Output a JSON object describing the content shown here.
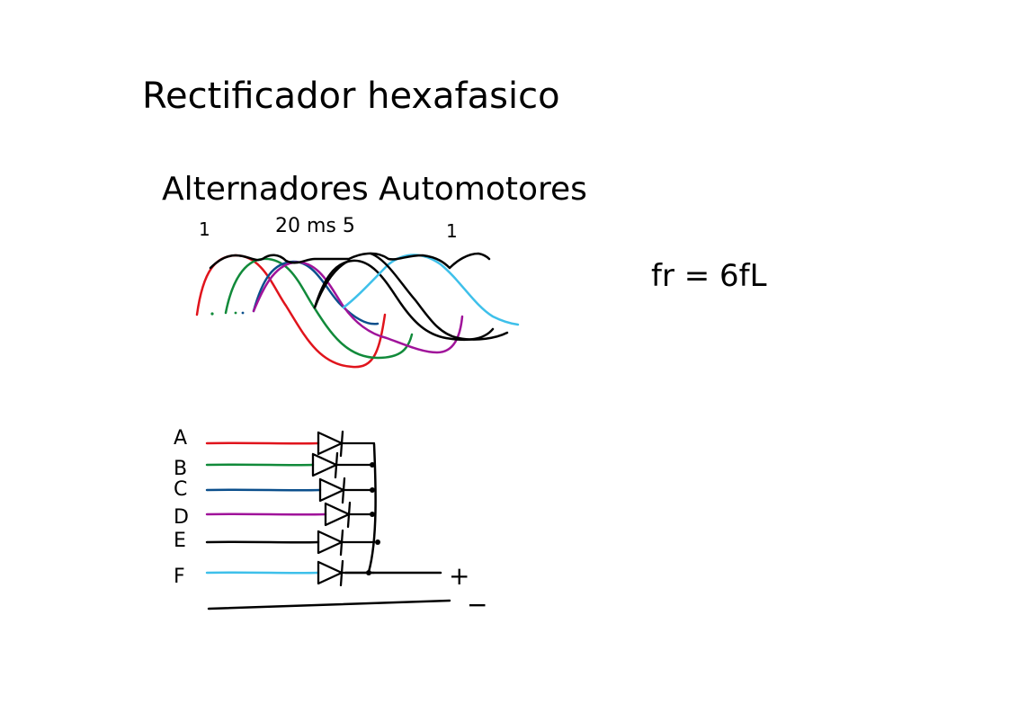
{
  "title": "Rectificador hexafasico",
  "subtitle": "Alternadores Automotores",
  "waveform_labels": {
    "left_marker": "1",
    "period": "20 ms 5",
    "right_marker": "1"
  },
  "ripple_formula": "fr = 6fL",
  "phases": [
    {
      "label": "A",
      "color": "#e0141c"
    },
    {
      "label": "B",
      "color": "#118a3a"
    },
    {
      "label": "C",
      "color": "#0b4f8c"
    },
    {
      "label": "D",
      "color": "#a0139a"
    },
    {
      "label": "E",
      "color": "#000000"
    },
    {
      "label": "F",
      "color": "#3ec0ea"
    }
  ],
  "output": {
    "positive": "+",
    "negative": "−",
    "positive_color": "#e0141c"
  }
}
